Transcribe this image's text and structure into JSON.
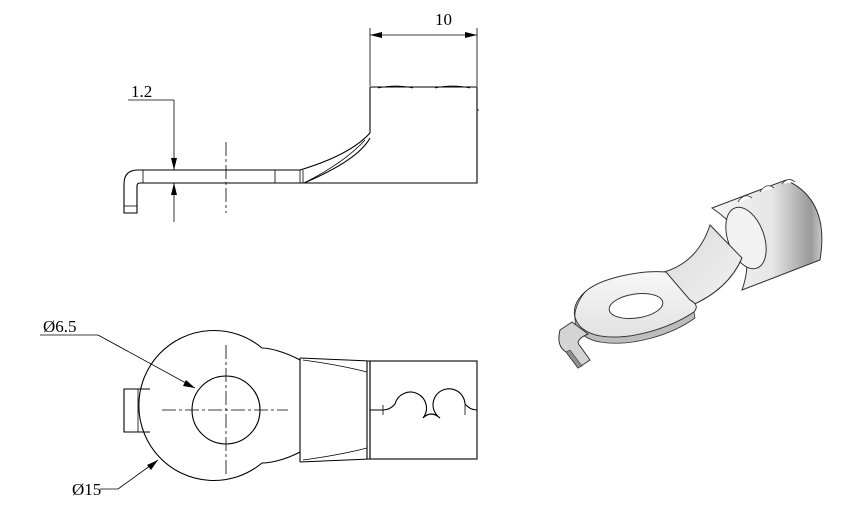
{
  "drawing": {
    "dimensions": {
      "top_width": "10",
      "thickness": "1.2",
      "hole_diameter": "Ø6.5",
      "ring_diameter": "Ø15"
    }
  }
}
